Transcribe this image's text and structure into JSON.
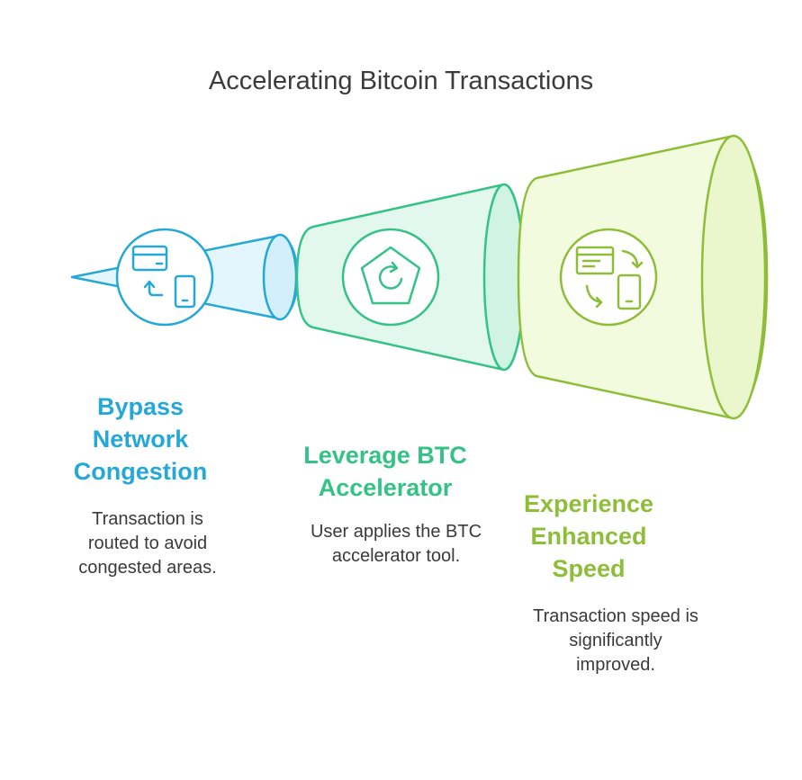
{
  "title": "Accelerating Bitcoin Transactions",
  "stages": [
    {
      "heading_lines": [
        "Bypass",
        "Network",
        "Congestion"
      ],
      "desc_lines": [
        "Transaction is",
        "routed to avoid",
        "congested areas."
      ],
      "color": "#25a8d8",
      "icon": "card-and-phone-transfer-icon"
    },
    {
      "heading_lines": [
        "Leverage BTC",
        "Accelerator"
      ],
      "desc_lines": [
        "User applies the BTC",
        "accelerator tool."
      ],
      "color": "#34c286",
      "icon": "pentagon-refresh-icon"
    },
    {
      "heading_lines": [
        "Experience",
        "Enhanced",
        "Speed"
      ],
      "desc_lines": [
        "Transaction speed is",
        "significantly",
        "improved."
      ],
      "color": "#8ebe38",
      "icon": "window-phone-sync-icon"
    }
  ]
}
